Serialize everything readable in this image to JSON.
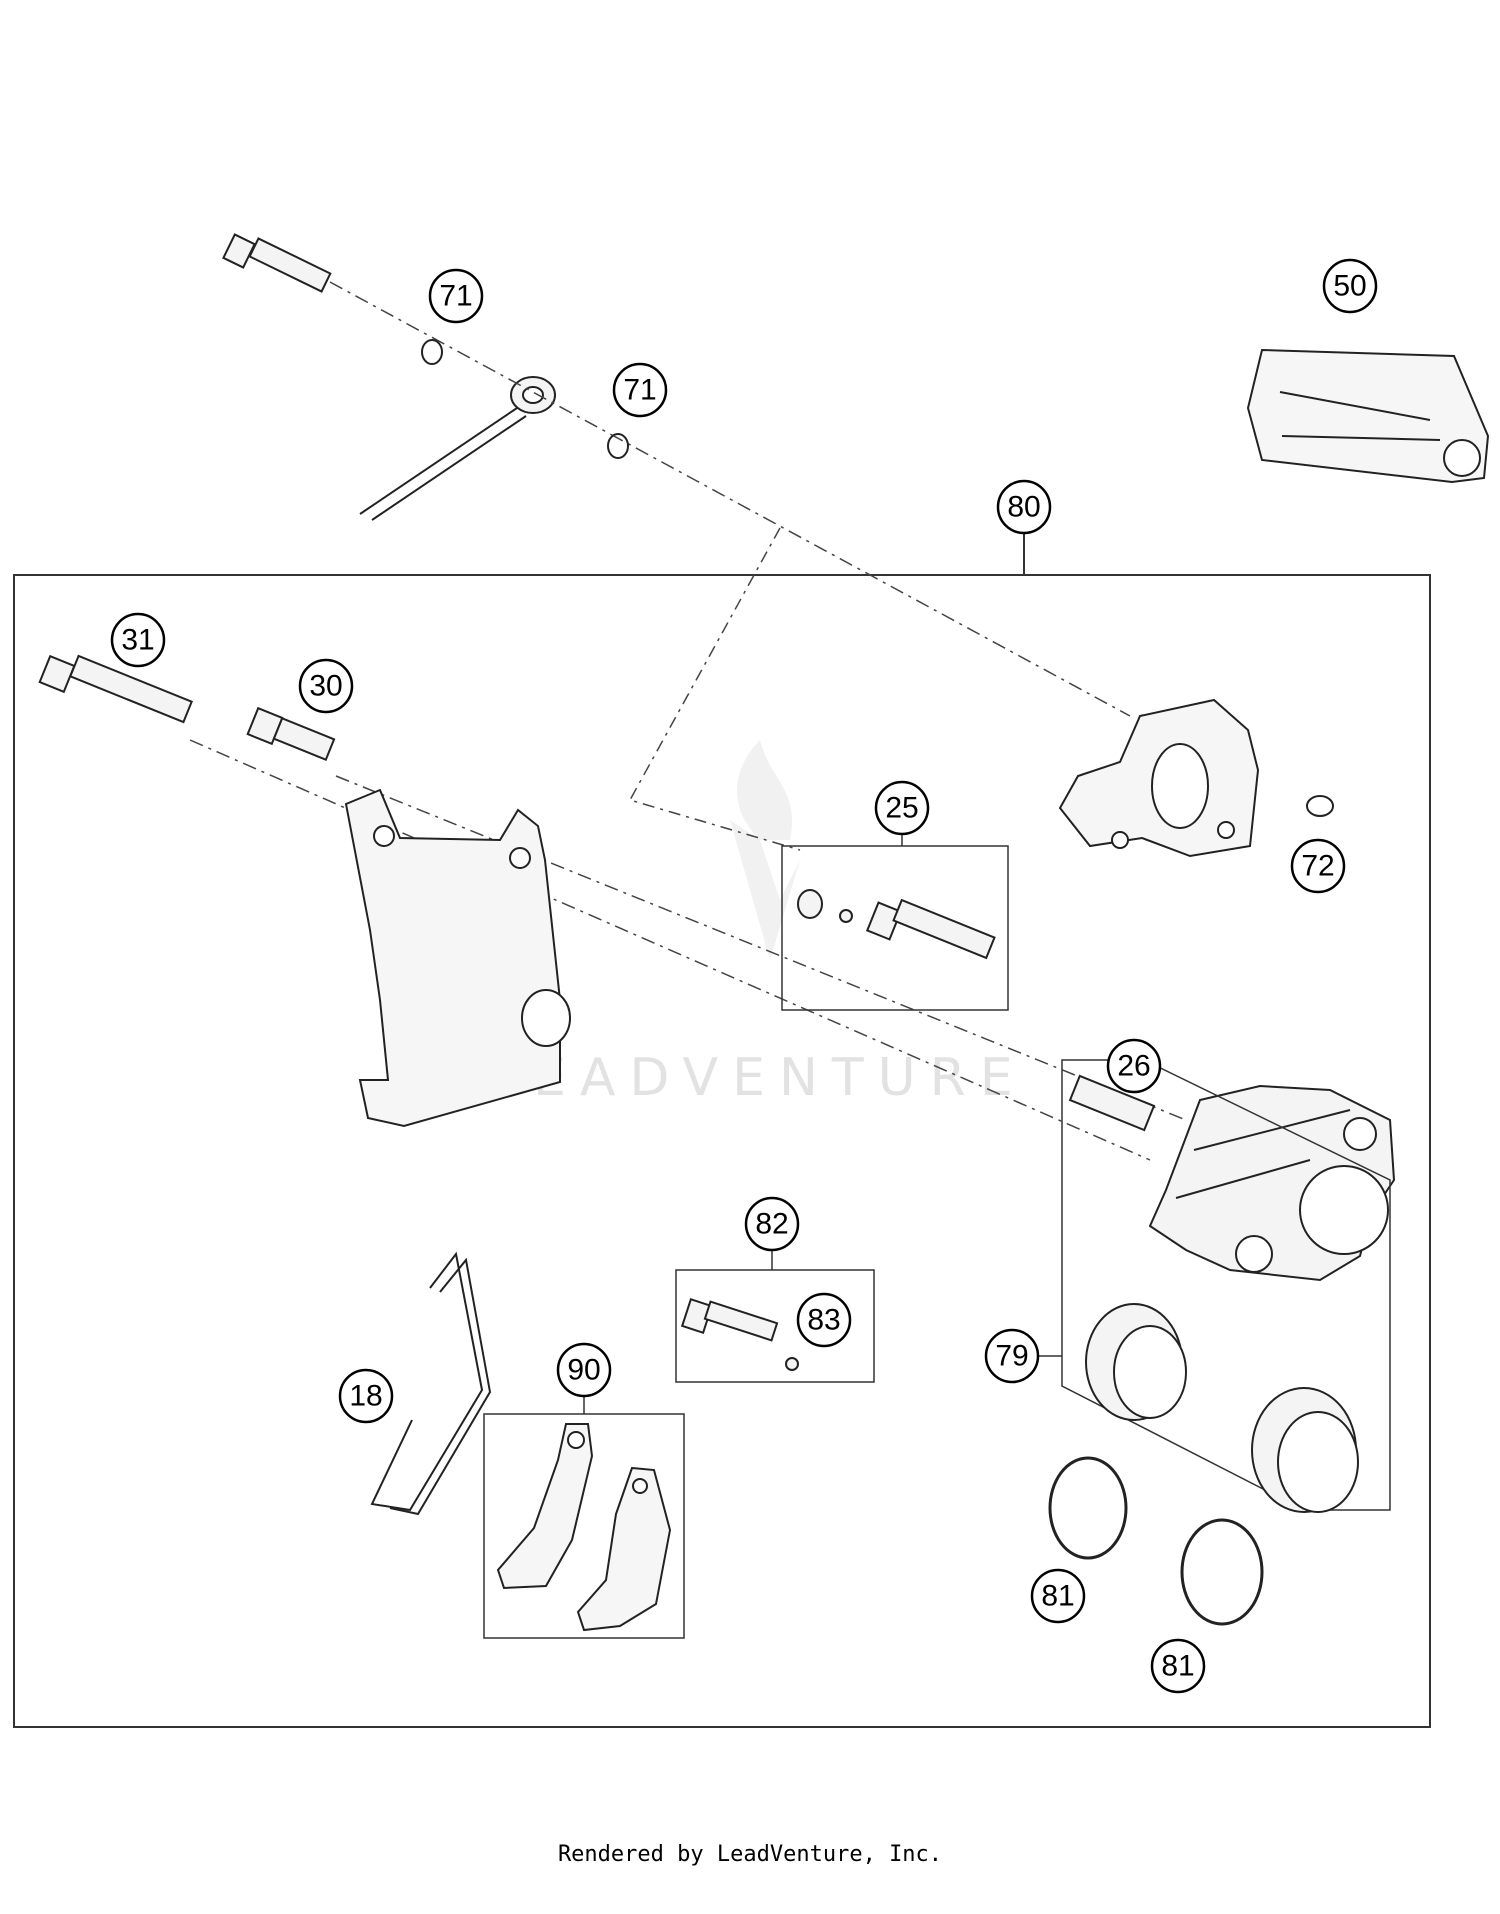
{
  "callouts": {
    "c71a": "71",
    "c71b": "71",
    "c50": "50",
    "c80": "80",
    "c31": "31",
    "c30": "30",
    "c25": "25",
    "c72": "72",
    "c26": "26",
    "c82": "82",
    "c83": "83",
    "c79": "79",
    "c18": "18",
    "c90": "90",
    "c81a": "81",
    "c81b": "81"
  },
  "watermark": "LEADVENTURE",
  "footer": "Rendered by LeadVenture, Inc.",
  "colors": {
    "line": "#222222",
    "part_fill": "#f4f4f4",
    "watermark": "#e2e2e2"
  }
}
